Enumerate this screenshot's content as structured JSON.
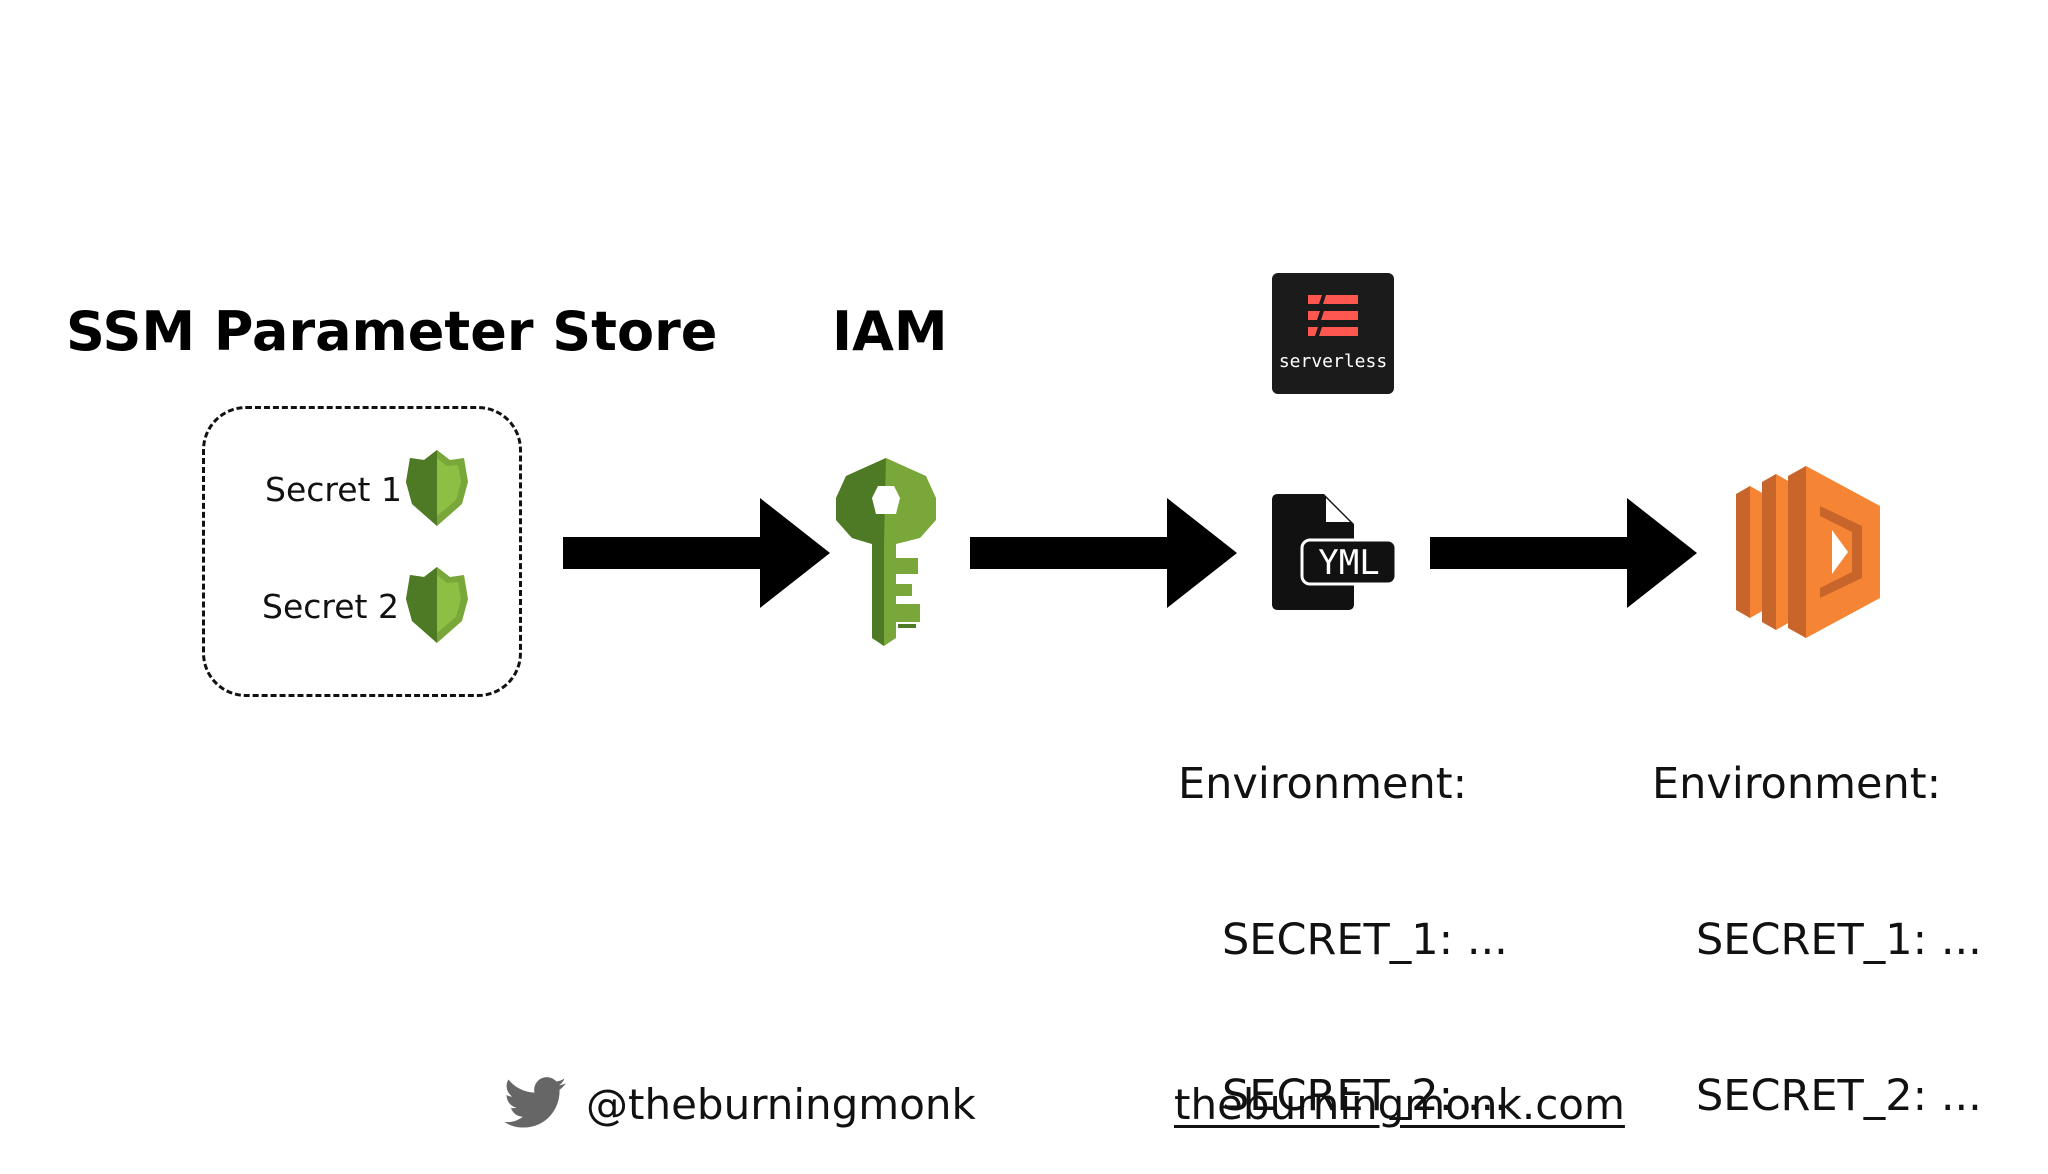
{
  "titles": {
    "ssm": "SSM Parameter Store",
    "iam": "IAM"
  },
  "secrets": [
    {
      "label": "Secret 1",
      "icon": "kms-shield-icon"
    },
    {
      "label": "Secret 2",
      "icon": "kms-shield-icon"
    }
  ],
  "serverless": {
    "logo_text": "serverless",
    "file_label": "YML"
  },
  "env_blocks": {
    "yml": {
      "heading": "Environment:",
      "lines": [
        "SECRET_1: ...",
        "SECRET_2: ..."
      ]
    },
    "lambda": {
      "heading": "Environment:",
      "lines": [
        "SECRET_1: ...",
        "SECRET_2: ..."
      ]
    }
  },
  "footer": {
    "twitter_handle": "@theburningmonk",
    "website": "theburningmonk.com"
  },
  "colors": {
    "kms_green_light": "#7aa73a",
    "kms_green_dark": "#4f7a25",
    "iam_green": "#7aa73a",
    "lambda_orange": "#f58534",
    "lambda_orange_dark": "#c8652a",
    "serverless_red": "#fd5750",
    "twitter_gray": "#666666"
  }
}
